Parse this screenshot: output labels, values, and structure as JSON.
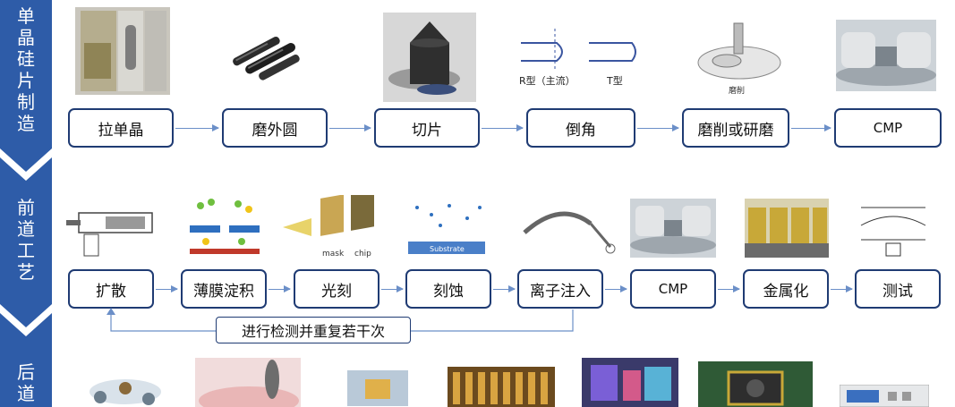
{
  "stages": [
    {
      "id": "wafer",
      "chars": [
        "单",
        "晶",
        "硅",
        "片",
        "制",
        "造"
      ]
    },
    {
      "id": "frontend",
      "chars": [
        "前",
        "道",
        "工",
        "艺"
      ]
    },
    {
      "id": "backend",
      "chars": [
        "后",
        "道"
      ]
    }
  ],
  "row1": {
    "steps": [
      "拉单晶",
      "磨外圆",
      "切片",
      "倒角",
      "磨削或研磨",
      "CMP"
    ],
    "image_captions": {
      "chamfer_r": "R型（主流）",
      "chamfer_t": "T型",
      "grind_caption": "磨削"
    }
  },
  "row2": {
    "steps": [
      "扩散",
      "薄膜淀积",
      "光刻",
      "刻蚀",
      "离子注入",
      "CMP",
      "金属化",
      "测试"
    ],
    "image_captions": {
      "mask": "mask",
      "chip": "chip",
      "substrate": "Substrate"
    }
  },
  "feedback": {
    "label": "进行检测并重复若干次"
  },
  "colors": {
    "ribbon": "#2e5ca8",
    "box_border": "#1f3b73",
    "arrow": "#6b8fc8"
  }
}
